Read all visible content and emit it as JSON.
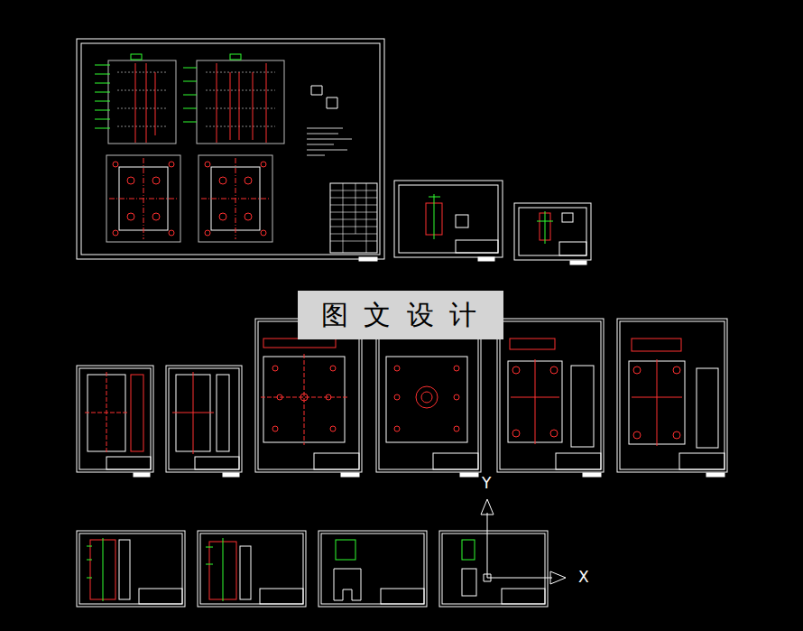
{
  "diagram": {
    "nodes": [
      {
        "text": [
          "图 文 设 计"
        ]
      }
    ],
    "labels": [
      "Y",
      "X"
    ]
  }
}
